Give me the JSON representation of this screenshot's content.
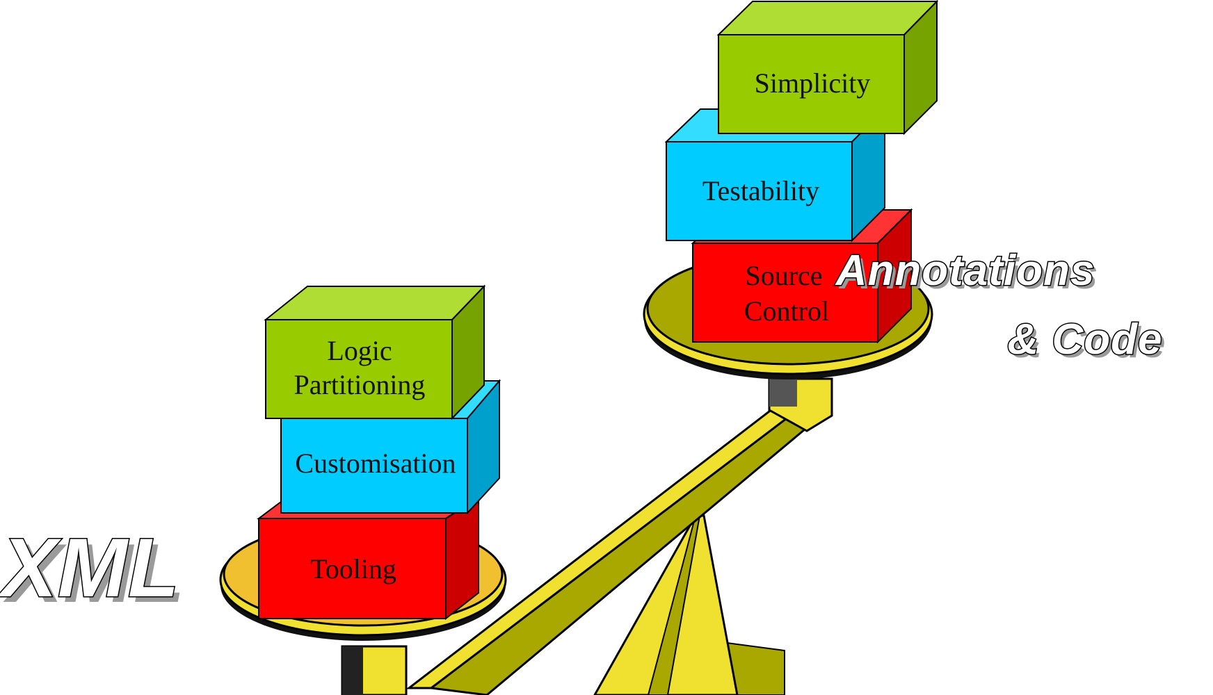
{
  "labels": {
    "left_side": "XML",
    "right_side_line1": "Annotations",
    "right_side_line2": "& Code"
  },
  "left_stack": {
    "bottom": "Tooling",
    "middle": "Customisation",
    "top_line1": "Logic",
    "top_line2": "Partitioning"
  },
  "right_stack": {
    "bottom_line1": "Source",
    "bottom_line2": "Control",
    "middle": "Testability",
    "top": "Simplicity"
  },
  "colors": {
    "red_front": "#ff0000",
    "red_top": "#ff3333",
    "red_side": "#cc0000",
    "blue_front": "#00ccff",
    "blue_top": "#33ddff",
    "blue_side": "#00a0cc",
    "green_front": "#99cc00",
    "green_top": "#b0dd33",
    "green_side": "#77a300",
    "yellow": "#f0e030",
    "olive": "#a8a800",
    "left_pan": "#f0c030"
  }
}
